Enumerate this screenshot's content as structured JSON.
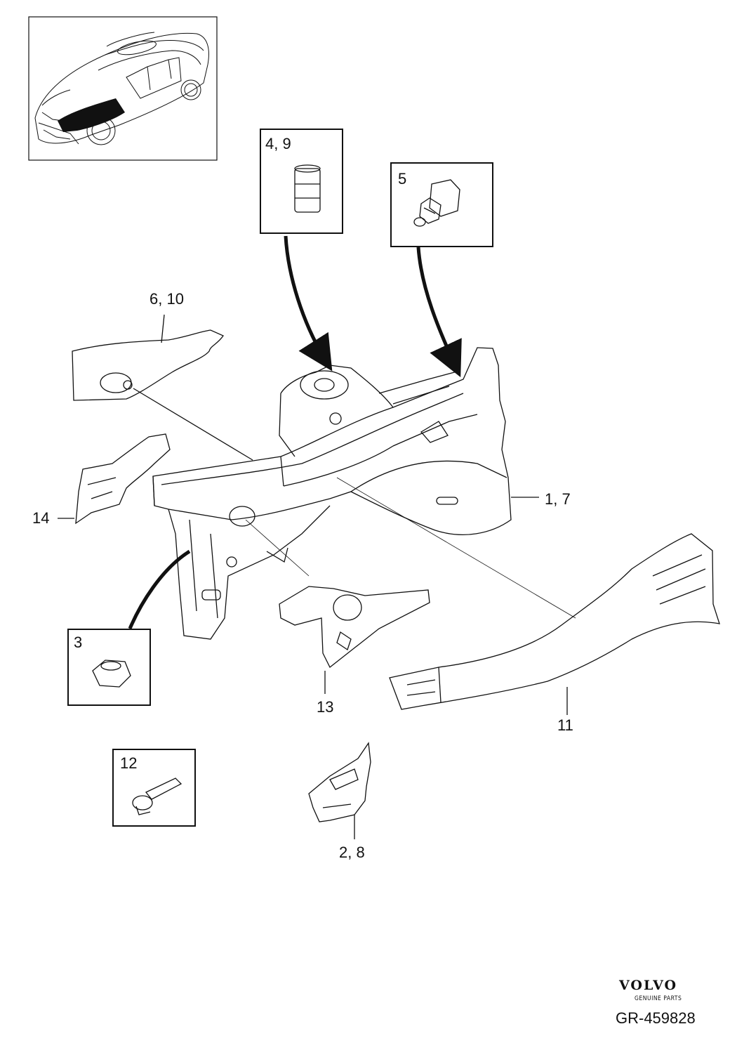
{
  "callouts": {
    "c_4_9": "4, 9",
    "c_5": "5",
    "c_6_10": "6, 10",
    "c_1_7": "1, 7",
    "c_14": "14",
    "c_3": "3",
    "c_13": "13",
    "c_11": "11",
    "c_12": "12",
    "c_2_8": "2, 8"
  },
  "brand": {
    "logo_text": "VOLVO",
    "logo_subtitle": "GENUINE PARTS",
    "reference": "GR-459828"
  },
  "colors": {
    "line": "#111111",
    "background": "#ffffff",
    "highlight": "#111111"
  },
  "icons": [
    "car-overview-icon",
    "sleeve-icon",
    "grommet-icon",
    "nut-icon",
    "bolt-icon"
  ]
}
